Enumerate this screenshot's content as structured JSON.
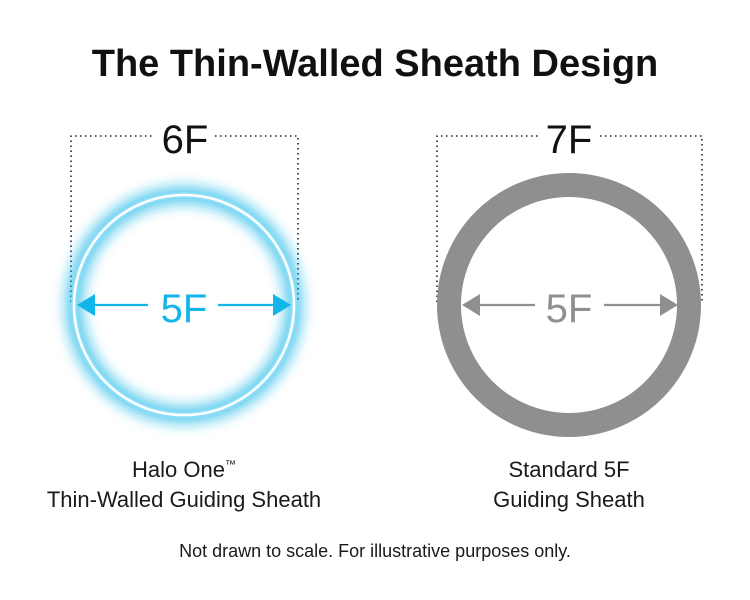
{
  "title": "The Thin-Walled Sheath Design",
  "colors": {
    "halo_accent": "#12b5e8",
    "standard_gray": "#8f8f8f",
    "text": "#111111"
  },
  "left": {
    "outer_label": "6F",
    "inner_label": "5F",
    "caption_line1": "Halo One",
    "trademark": "™",
    "caption_line2": "Thin-Walled Guiding Sheath"
  },
  "right": {
    "outer_label": "7F",
    "inner_label": "5F",
    "caption_line1": "Standard 5F",
    "caption_line2": "Guiding Sheath"
  },
  "footnote": "Not drawn to scale. For illustrative purposes only."
}
